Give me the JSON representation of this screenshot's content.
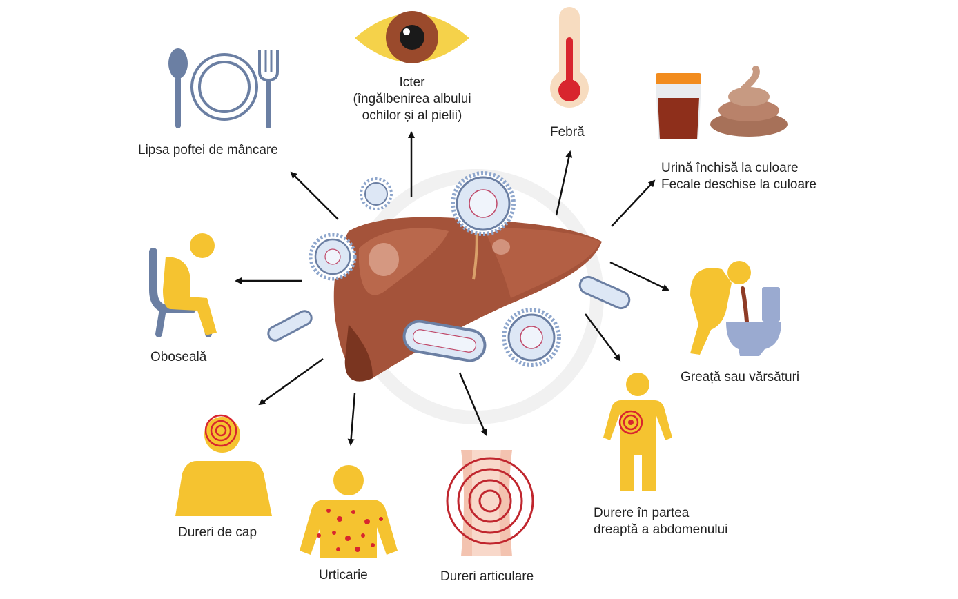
{
  "symptoms": {
    "appetite": "Lipsa poftei de mâncare",
    "jaundice": {
      "line1": "Icter",
      "line2": "(îngălbenirea albului",
      "line3": "ochilor și al pielii)"
    },
    "fever": "Febră",
    "urine_stool": {
      "line1": "Urină închisă la culoare",
      "line2": "Fecale deschise la culoare"
    },
    "fatigue": "Oboseală",
    "nausea": "Greață sau vărsături",
    "abdomen": {
      "line1": "Durere în partea",
      "line2": "dreaptă a abdomenului"
    },
    "headache": "Dureri de cap",
    "hives": "Urticarie",
    "joint_pain": "Dureri articulare"
  },
  "colors": {
    "liver": "#a4533a",
    "liver_dark": "#7a3520",
    "figure_yellow": "#f5c330",
    "icon_slate": "#6b7fa3",
    "pain_red": "#d8252e",
    "arrow": "#111111",
    "virus_outline": "#8ea6cc"
  }
}
